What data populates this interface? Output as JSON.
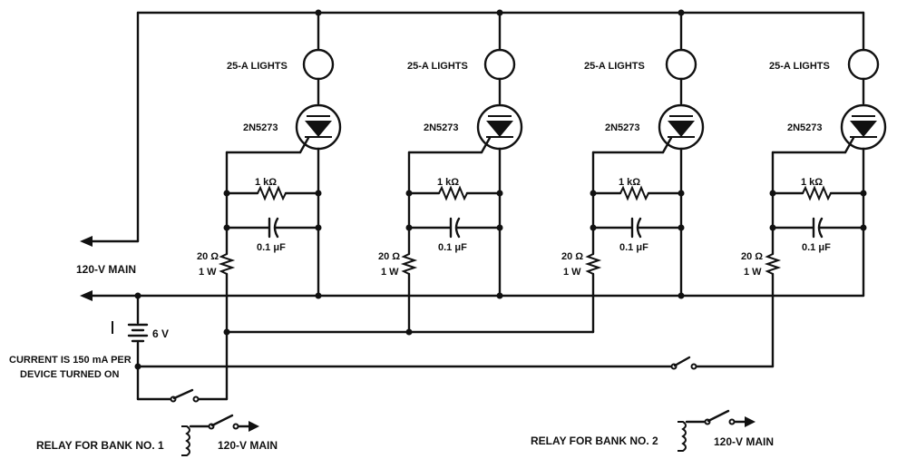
{
  "channels": [
    {
      "lights_label": "25-A LIGHTS",
      "triac_label": "2N5273",
      "resistor_label": "1 kΩ",
      "capacitor_label": "0.1 μF",
      "gate_resistor_value": "20 Ω",
      "gate_resistor_power": "1 W"
    },
    {
      "lights_label": "25-A LIGHTS",
      "triac_label": "2N5273",
      "resistor_label": "1 kΩ",
      "capacitor_label": "0.1 μF",
      "gate_resistor_value": "20 Ω",
      "gate_resistor_power": "1 W"
    },
    {
      "lights_label": "25-A LIGHTS",
      "triac_label": "2N5273",
      "resistor_label": "1 kΩ",
      "capacitor_label": "0.1 μF",
      "gate_resistor_value": "20 Ω",
      "gate_resistor_power": "1 W"
    },
    {
      "lights_label": "25-A LIGHTS",
      "triac_label": "2N5273",
      "resistor_label": "1 kΩ",
      "capacitor_label": "0.1 μF",
      "gate_resistor_value": "20 Ω",
      "gate_resistor_power": "1 W"
    }
  ],
  "main_label": "120-V MAIN",
  "battery_label": "6 V",
  "current_note": [
    "CURRENT IS 150 mA PER",
    "DEVICE TURNED ON"
  ],
  "relays": [
    {
      "label": "RELAY FOR BANK NO. 1",
      "main_label": "120-V MAIN"
    },
    {
      "label": "RELAY FOR BANK NO. 2",
      "main_label": "120-V MAIN"
    }
  ]
}
